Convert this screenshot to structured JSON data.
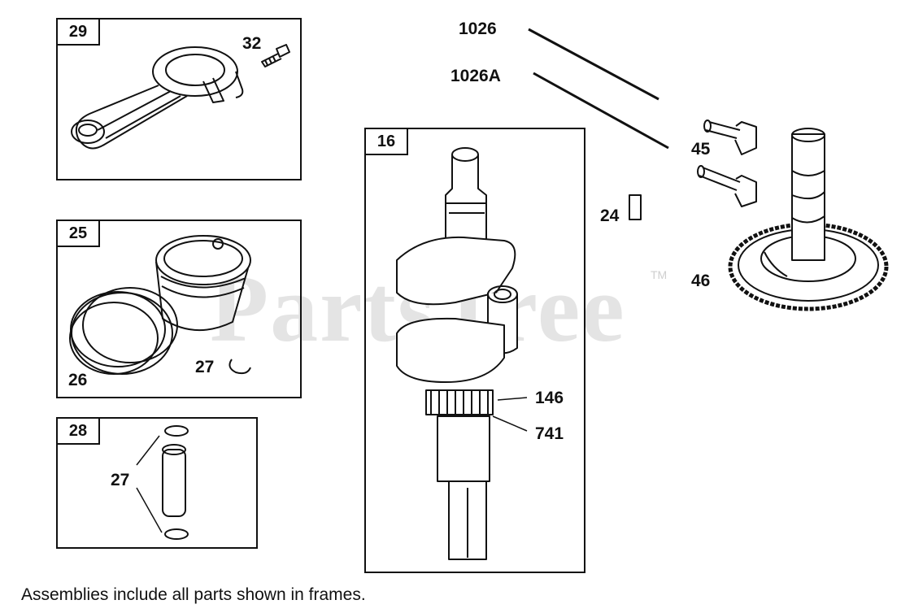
{
  "watermark": {
    "brand": "PartsTree",
    "trademark": "TM"
  },
  "frames": {
    "connecting_rod": "29",
    "piston": "25",
    "pin": "28",
    "crankshaft": "16"
  },
  "labels": {
    "bolt": "32",
    "rings": "26",
    "clip_piston": "27",
    "clip_pin": "27",
    "pushrod_a": "1026",
    "pushrod_b": "1026A",
    "valves": "45",
    "key": "24",
    "camshaft": "46",
    "gear": "146",
    "sleeve": "741"
  },
  "caption": "Assemblies include all parts shown in frames."
}
